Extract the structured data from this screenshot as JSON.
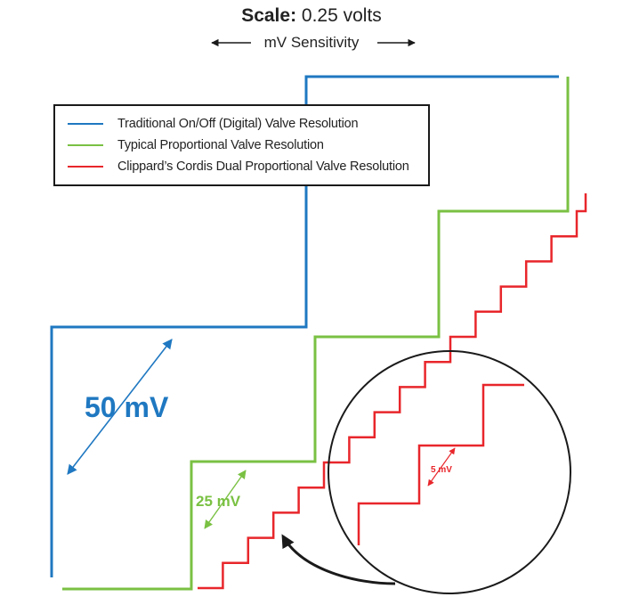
{
  "title": {
    "bold": "Scale:",
    "rest": " 0.25 volts"
  },
  "subtitle": "mV Sensitivity",
  "legend": [
    {
      "label": "Traditional On/Off (Digital) Valve Resolution",
      "color": "#1f78c1"
    },
    {
      "label": "Typical Proportional Valve Resolution",
      "color": "#7ac143"
    },
    {
      "label": "Clippard’s Cordis Dual Proportional Valve Resolution",
      "color": "#e8262b"
    }
  ],
  "annotations": {
    "blue_step": "50 mV",
    "green_step": "25 mV",
    "red_step": "5 mV"
  },
  "colors": {
    "blue": "#1f78c1",
    "green": "#7ac143",
    "red": "#e8262b",
    "ink": "#1a1a1a"
  }
}
